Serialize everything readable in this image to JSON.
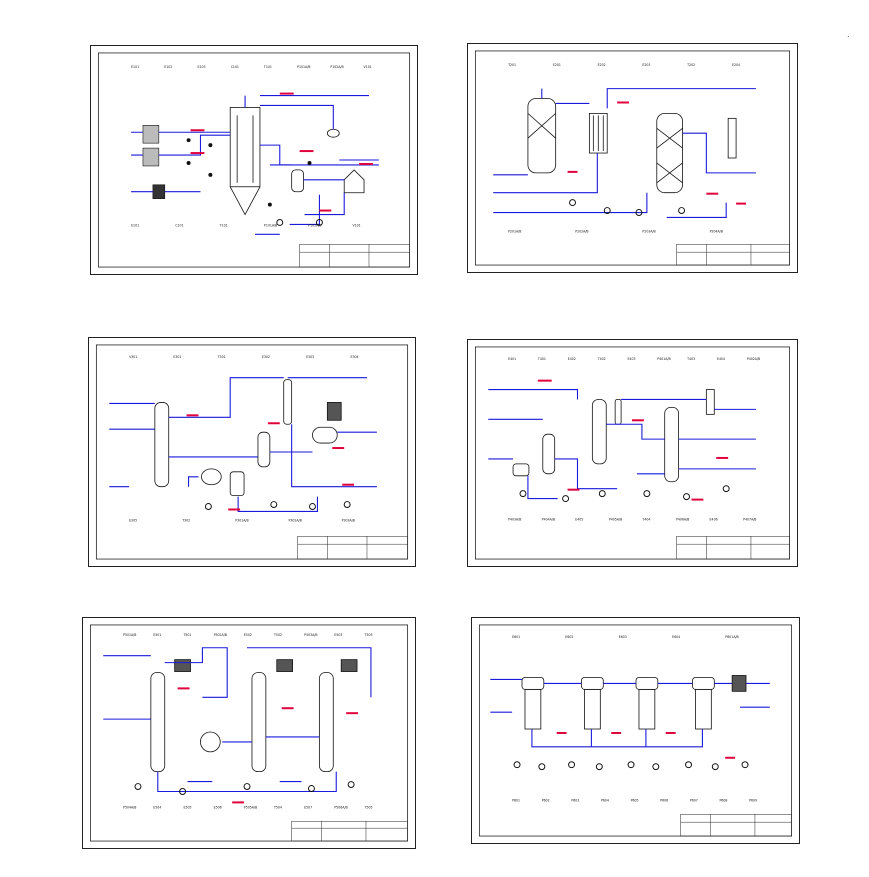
{
  "sheets": [
    {
      "id": "sheet-1",
      "label_codes": [
        "E101",
        "E102",
        "E103",
        "C101",
        "T101",
        "P101A/B",
        "P102A/B",
        "V101"
      ],
      "footer_codes": [
        "E101",
        "C101",
        "T101",
        "P101A/B",
        "P102A/B",
        "V101"
      ]
    },
    {
      "id": "sheet-2",
      "label_codes": [
        "T201",
        "E201",
        "E202",
        "E203",
        "T202",
        "E204"
      ],
      "footer_codes": [
        "P201A/B",
        "P202A/B",
        "P203A/B",
        "P204A/B"
      ]
    },
    {
      "id": "sheet-3",
      "label_codes": [
        "V301",
        "E301",
        "T301",
        "E302",
        "E303",
        "E304"
      ],
      "footer_codes": [
        "E305",
        "T302",
        "P301A/B",
        "P302A/B",
        "P303A/B"
      ]
    },
    {
      "id": "sheet-4",
      "label_codes": [
        "E401",
        "T401",
        "E402",
        "T402",
        "E403",
        "P401A/B",
        "T403",
        "E404",
        "P402A/B"
      ],
      "footer_codes": [
        "P403A/B",
        "P404A/B",
        "E405",
        "P405A/B",
        "T404",
        "P406A/B",
        "E406",
        "P407A/B"
      ]
    },
    {
      "id": "sheet-5",
      "label_codes": [
        "P501A/B",
        "E501",
        "T501",
        "P502A/B",
        "E502",
        "T502",
        "P503A/B",
        "E503",
        "T503"
      ],
      "footer_codes": [
        "P504A/B",
        "E504",
        "E505",
        "E506",
        "P505A/B",
        "T504",
        "E507",
        "P506A/B",
        "T505"
      ]
    },
    {
      "id": "sheet-6",
      "label_codes": [
        "E601",
        "E602",
        "E603",
        "E604",
        "P601A/B"
      ],
      "footer_codes": [
        "P601",
        "P602",
        "P603",
        "P604",
        "P605",
        "P606",
        "P607",
        "P608",
        "P609"
      ]
    }
  ],
  "colors": {
    "process": "#1a1adc",
    "annotation": "#e0003c",
    "equipment": "#111111",
    "frame": "#222222"
  }
}
